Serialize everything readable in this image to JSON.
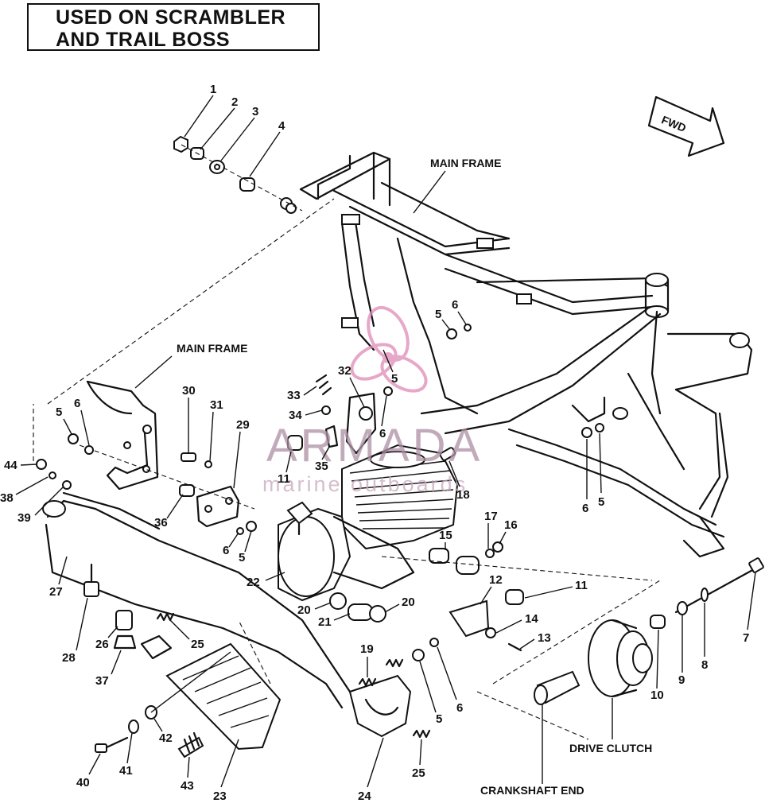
{
  "header": {
    "line1": "USED ON SCRAMBLER",
    "line2": "AND TRAIL BOSS"
  },
  "direction": {
    "label": "FWD"
  },
  "watermark": {
    "brand": "ARMADA",
    "tagline": "marine outboards",
    "logo_color": "#e08ab8"
  },
  "labels": {
    "main_frame_top": "MAIN FRAME",
    "main_frame_left": "MAIN FRAME",
    "drive_clutch": "DRIVE CLUTCH",
    "crankshaft_end": "CRANKSHAFT END"
  },
  "callouts": {
    "n1": "1",
    "n2": "2",
    "n3": "3",
    "n4": "4",
    "n5a": "5",
    "n6a": "6",
    "n5b": "5",
    "n32": "32",
    "n33": "33",
    "n34": "34",
    "n6b": "6",
    "n35": "35",
    "n11a": "11",
    "n18": "18",
    "n6c": "6",
    "n5c": "5",
    "n5d": "5",
    "n6d": "6",
    "n30": "30",
    "n31": "31",
    "n29": "29",
    "n44": "44",
    "n38": "38",
    "n39": "39",
    "n36": "36",
    "n6e": "6",
    "n5e": "5",
    "n17": "17",
    "n16": "16",
    "n15": "15",
    "n12": "12",
    "n11b": "11",
    "n22": "22",
    "n27": "27",
    "n20a": "20",
    "n21": "21",
    "n20b": "20",
    "n14": "14",
    "n13": "13",
    "n7": "7",
    "n28": "28",
    "n26": "26",
    "n25a": "25",
    "n37": "37",
    "n19": "19",
    "n5f": "5",
    "n6f": "6",
    "n10": "10",
    "n9": "9",
    "n8": "8",
    "n42": "42",
    "n40": "40",
    "n41": "41",
    "n43": "43",
    "n23": "23",
    "n24": "24",
    "n25b": "25"
  }
}
